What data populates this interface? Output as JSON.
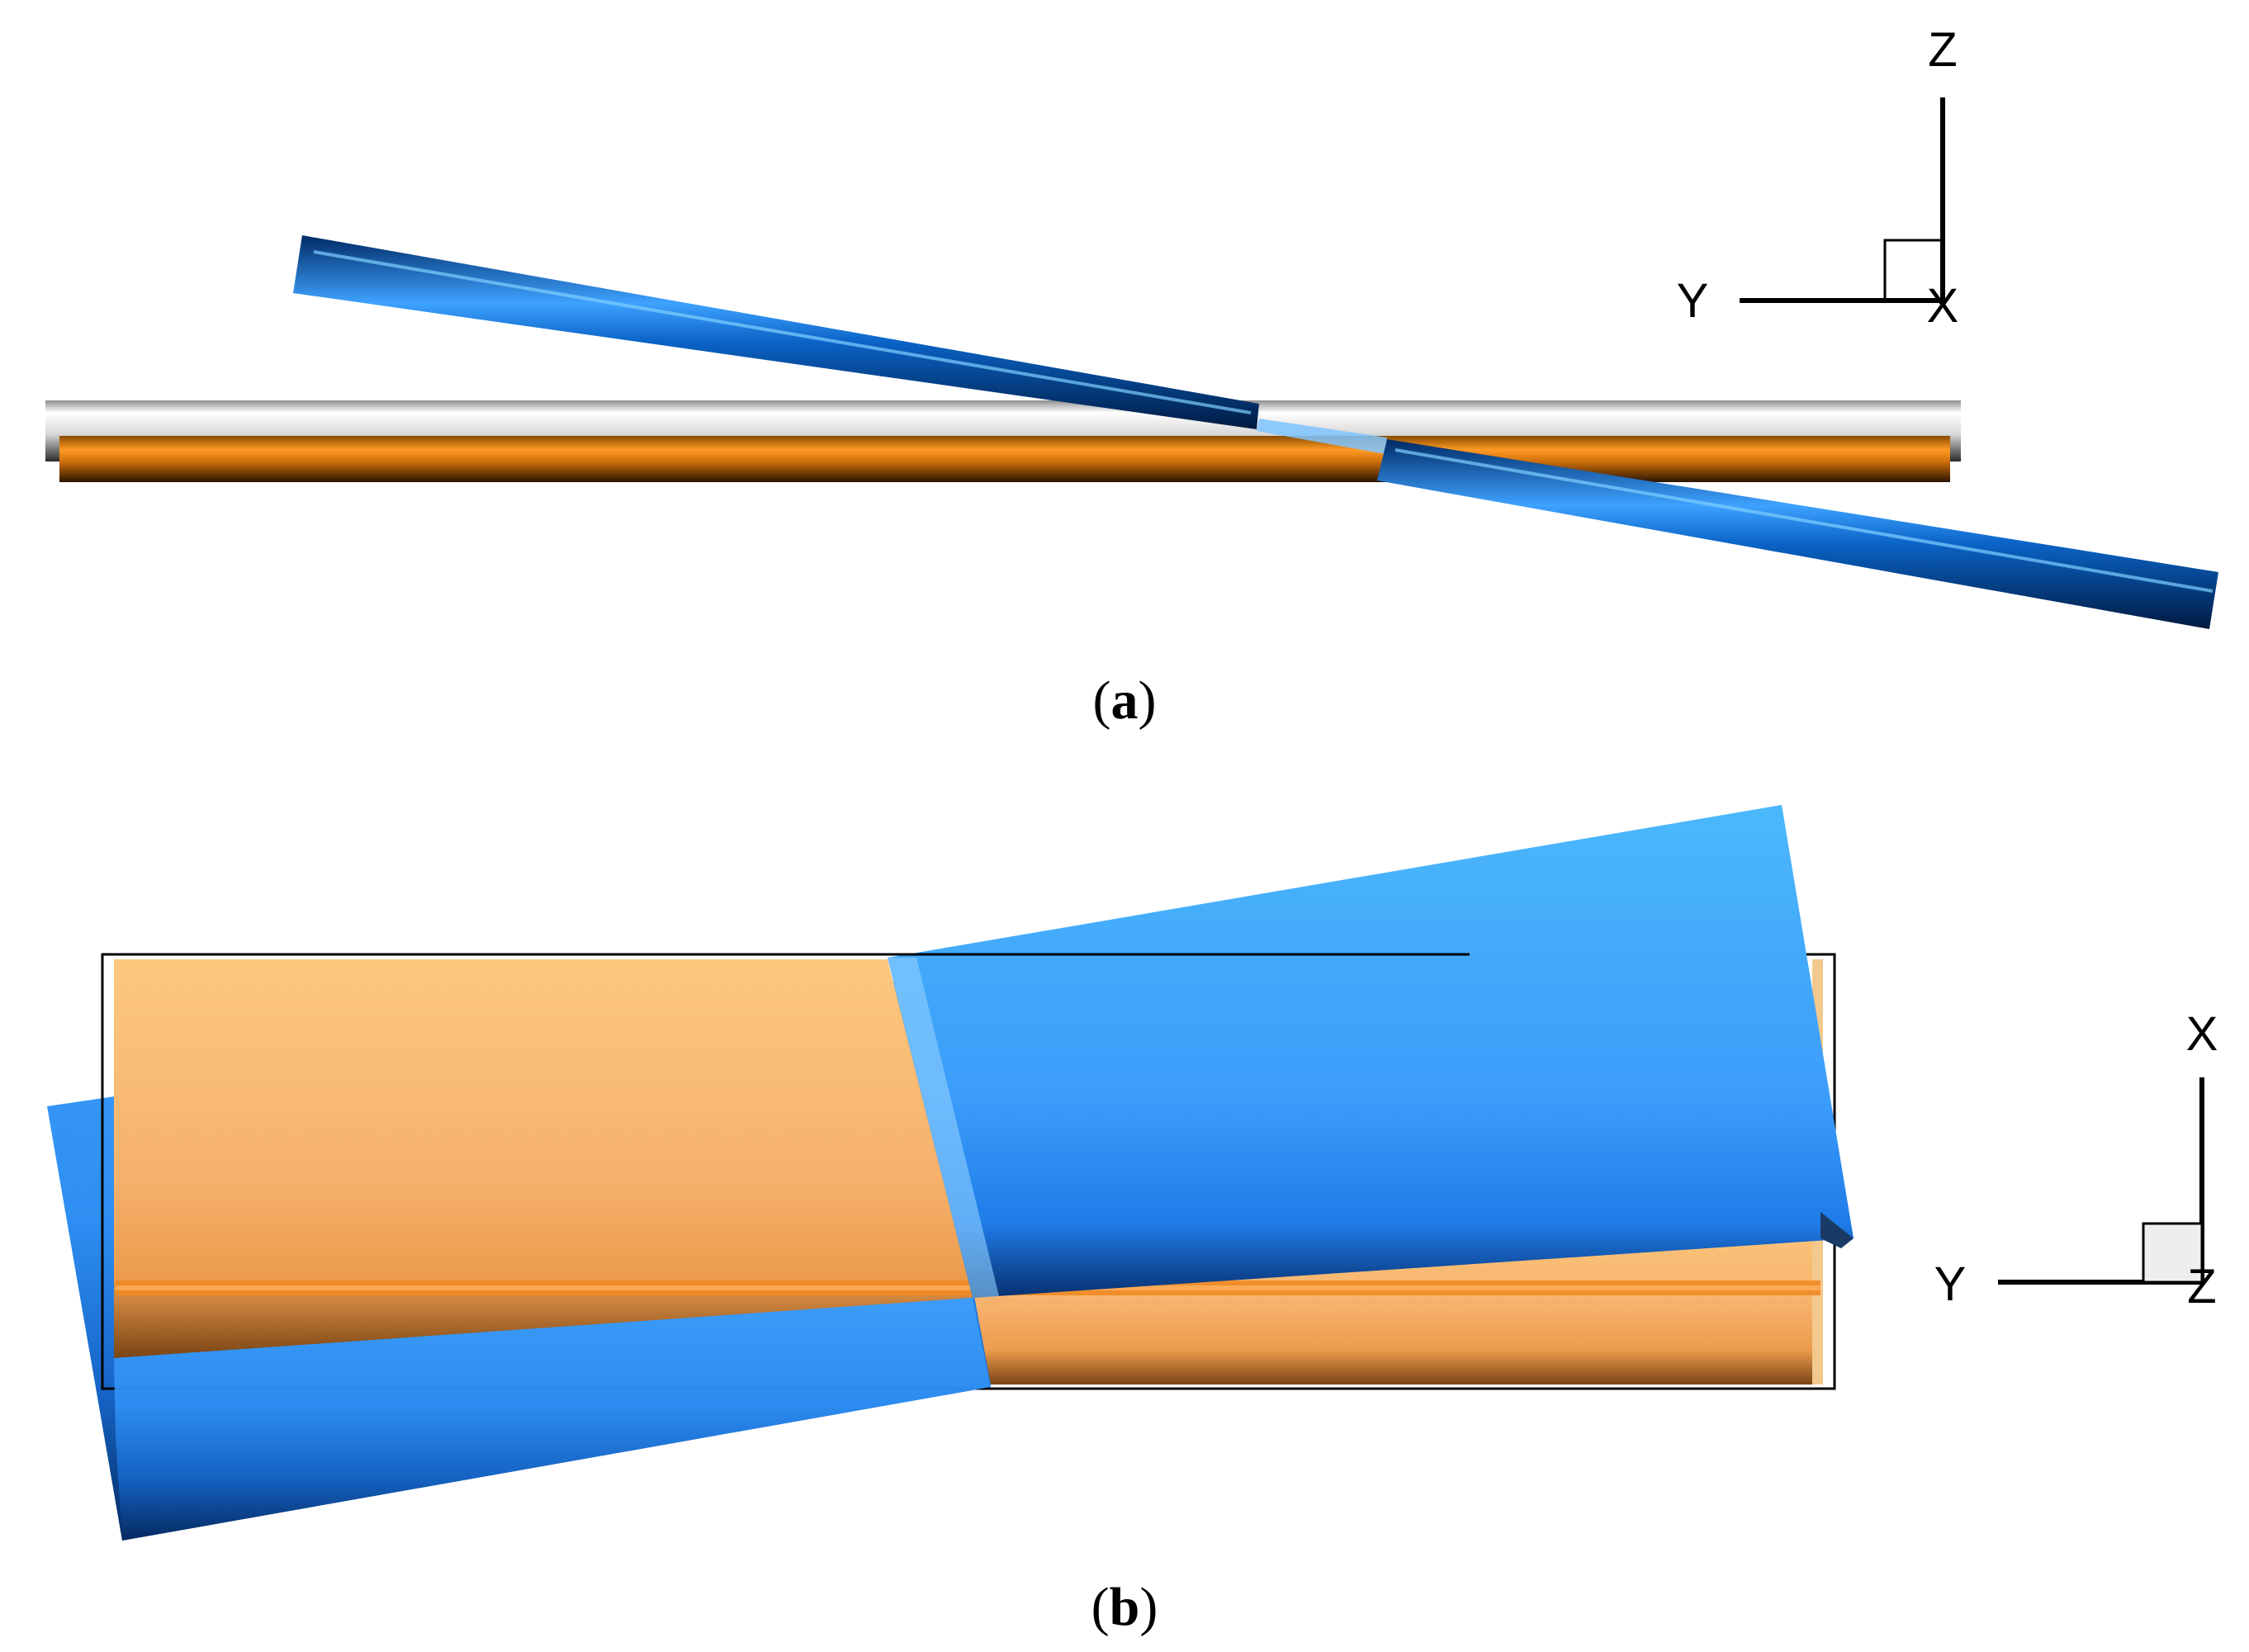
{
  "panels": [
    {
      "caption": {
        "open": "(",
        "letter": "a",
        "close": ")"
      },
      "view": "side",
      "axes": {
        "vertical": "Z",
        "horizontal": "Y",
        "corner": "X"
      }
    },
    {
      "caption": {
        "open": "(",
        "letter": "b",
        "close": ")"
      },
      "view": "top",
      "axes": {
        "vertical": "X",
        "horizontal": "Y",
        "corner": "Z"
      }
    }
  ],
  "colors": {
    "blue_member": "#1f6fd0",
    "orange_member": "#e08a2c",
    "silver_member": "#c8c8c8",
    "outline": "#000000"
  }
}
